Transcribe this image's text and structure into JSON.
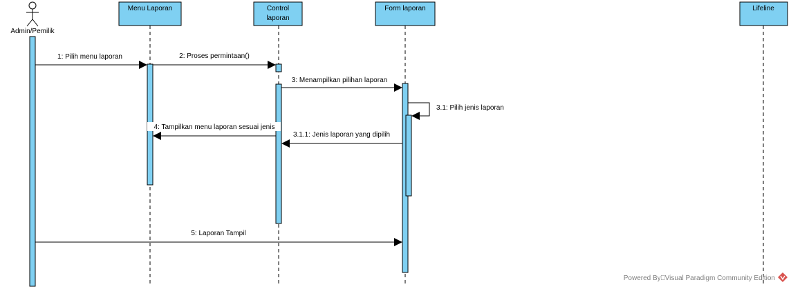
{
  "colors": {
    "box_fill": "#7fd0f2",
    "activation_fill": "#7fd0f2",
    "stroke": "#000000",
    "footer": "#7f7f7f",
    "logo": "#d9534f"
  },
  "actor": {
    "name": "Admin/Pemilik",
    "icon": "stick-figure-actor-icon"
  },
  "lifelines": [
    {
      "id": "menu",
      "lines": [
        "Menu Laporan"
      ]
    },
    {
      "id": "control",
      "lines": [
        "Control",
        "laporan"
      ]
    },
    {
      "id": "form",
      "lines": [
        "Form laporan"
      ]
    },
    {
      "id": "lifeline",
      "lines": [
        "Lifeline"
      ]
    }
  ],
  "messages": [
    {
      "id": "m1",
      "label": "1: Pilih menu laporan"
    },
    {
      "id": "m2",
      "label": "2: Proses permintaan()"
    },
    {
      "id": "m3",
      "label": "3: Menampilkan pilihan laporan"
    },
    {
      "id": "m31",
      "label": "3.1: Pilih jenis laporan"
    },
    {
      "id": "m311",
      "label": "3.1.1: Jenis laporan yang dipilih"
    },
    {
      "id": "m4",
      "label": "4: Tampilkan menu laporan sesuai jenis"
    },
    {
      "id": "m5",
      "label": "5: Laporan Tampil"
    }
  ],
  "footer": {
    "text": "Powered By⎕Visual Paradigm Community Edition",
    "icon": "visual-paradigm-logo-icon"
  }
}
